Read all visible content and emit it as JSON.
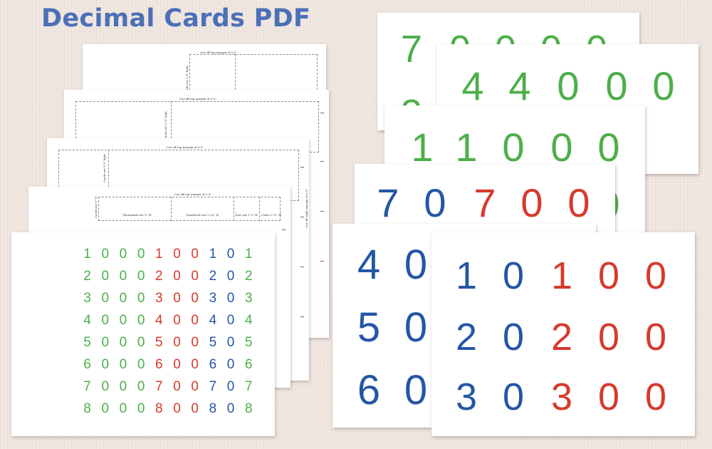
{
  "title": "Decimal Cards PDF",
  "colors": {
    "units_thousands_green": "#4caf48",
    "hundreds_red": "#d63a2c",
    "tens_blue": "#2456a6",
    "title_blue": "#4c70b8"
  },
  "guide_text": {
    "top_margin": "Cut off top margin of 0.5\"",
    "right_margin": "Cut off right margin of 0.5\"",
    "cards_high": "Cards are 2.5\" high",
    "cards_are": "Cards are 5\" W",
    "thousands": "Thousands are 5\" W",
    "hundreds": "Hundreds are 3.25\" W",
    "tens": "Tens are 1.5\" W",
    "units": "Units 0.75\" W"
  },
  "chart_sheet_rows": [
    [
      "1",
      "0",
      "0",
      "0",
      "1",
      "0",
      "0",
      "1",
      "0",
      "1"
    ],
    [
      "2",
      "0",
      "0",
      "0",
      "2",
      "0",
      "0",
      "2",
      "0",
      "2"
    ],
    [
      "3",
      "0",
      "0",
      "0",
      "3",
      "0",
      "0",
      "3",
      "0",
      "3"
    ],
    [
      "4",
      "0",
      "0",
      "0",
      "4",
      "0",
      "0",
      "4",
      "0",
      "4"
    ],
    [
      "5",
      "0",
      "0",
      "0",
      "5",
      "0",
      "0",
      "5",
      "0",
      "5"
    ],
    [
      "6",
      "0",
      "0",
      "0",
      "6",
      "0",
      "0",
      "6",
      "0",
      "6"
    ],
    [
      "7",
      "0",
      "0",
      "0",
      "7",
      "0",
      "0",
      "7",
      "0",
      "7"
    ],
    [
      "8",
      "0",
      "0",
      "0",
      "8",
      "0",
      "0",
      "8",
      "0",
      "8"
    ]
  ],
  "cards": {
    "back_7": [
      "7",
      "0",
      "0",
      "0",
      "0"
    ],
    "back_7_row2": [
      "3"
    ],
    "c44000": [
      "4",
      "4",
      "0",
      "0",
      "0"
    ],
    "c11000": [
      "1",
      "1",
      "0",
      "0",
      "0"
    ],
    "c11000_row2": [
      "0",
      "0"
    ],
    "c70700": [
      "7",
      "0",
      "7",
      "0",
      "0"
    ],
    "left_blue": [
      [
        "4",
        "0"
      ],
      [
        "5",
        "0"
      ],
      [
        "6",
        "0"
      ]
    ],
    "front": [
      [
        "1",
        "0",
        "1",
        "0",
        "0"
      ],
      [
        "2",
        "0",
        "2",
        "0",
        "0"
      ],
      [
        "3",
        "0",
        "3",
        "0",
        "0"
      ]
    ]
  }
}
